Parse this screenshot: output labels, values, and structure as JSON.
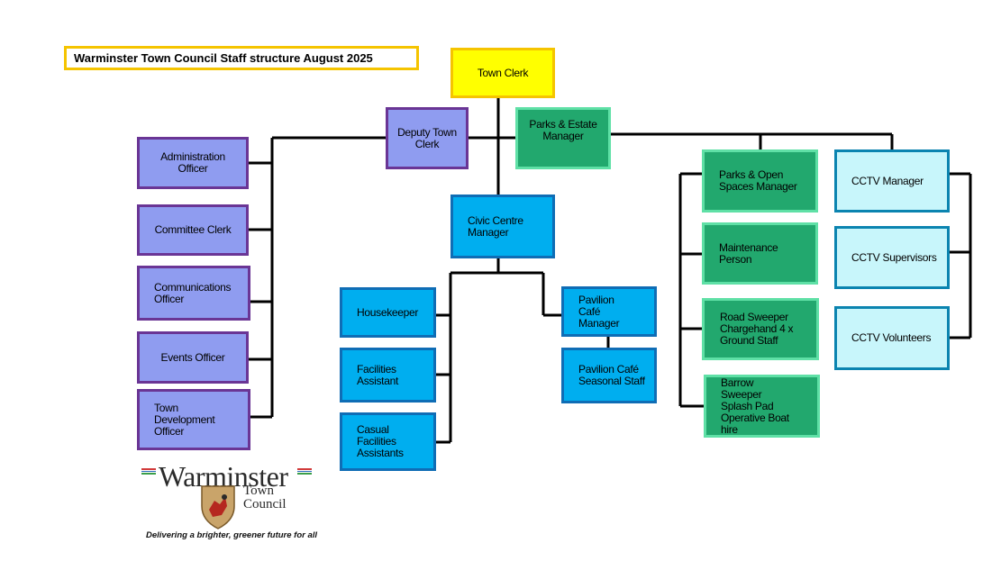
{
  "title": "Warminster Town Council Staff structure August 2025",
  "nodes": {
    "town_clerk": "Town Clerk",
    "deputy_town_clerk": "Deputy Town Clerk",
    "parks_estate_manager": "Parks & Estate Manager",
    "admin_officer": "Administration Officer",
    "committee_clerk": "Committee Clerk",
    "communications_officer": "Communications Officer",
    "events_officer": "Events Officer",
    "town_development_officer": "Town Development Officer",
    "civic_centre_manager": "Civic Centre Manager",
    "housekeeper": "Housekeeper",
    "facilities_assistant": "Facilities Assistant",
    "casual_facilities_assistants": "Casual Facilities Assistants",
    "pavilion_cafe_manager": "Pavilion Café Manager",
    "pavilion_cafe_seasonal_staff": "Pavilion Café Seasonal Staff",
    "parks_open_spaces_manager": "Parks & Open Spaces Manager",
    "maintenance_person": "Maintenance Person",
    "road_sweeper": "Road Sweeper Chargehand 4 x Ground Staff",
    "barrow_sweeper": "Barrow Sweeper Splash Pad Operative Boat hire",
    "cctv_manager": "CCTV Manager",
    "cctv_supervisors": "CCTV Supervisors",
    "cctv_volunteers": "CCTV Volunteers"
  },
  "logo": {
    "name": "Warminster",
    "sub": "Town Council",
    "tagline": "Delivering a brighter, greener future for all"
  },
  "colors": {
    "purple_fill": "#8f9cf0",
    "blue_fill": "#00aeef",
    "green_fill": "#22a86e",
    "cyan_fill": "#c8f6fb",
    "yellow_fill": "#ffff00"
  }
}
